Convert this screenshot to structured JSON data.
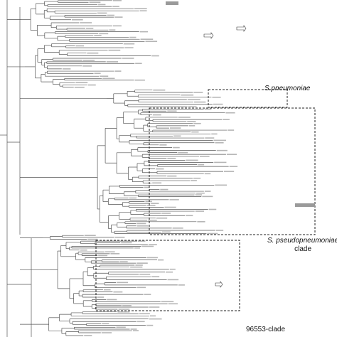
{
  "figure": {
    "labels": {
      "pneumoniae_genus": "S.",
      "pneumoniae_species": "pneumoniae",
      "pseudo_genus": "S.",
      "pseudo_species": "pseudopneumoniae",
      "pseudo_suffix": "clade",
      "clade_96553": "96553-clade"
    },
    "colors": {
      "branch": "#444444",
      "box": "#222222",
      "marker": "#9a9a9a"
    }
  }
}
